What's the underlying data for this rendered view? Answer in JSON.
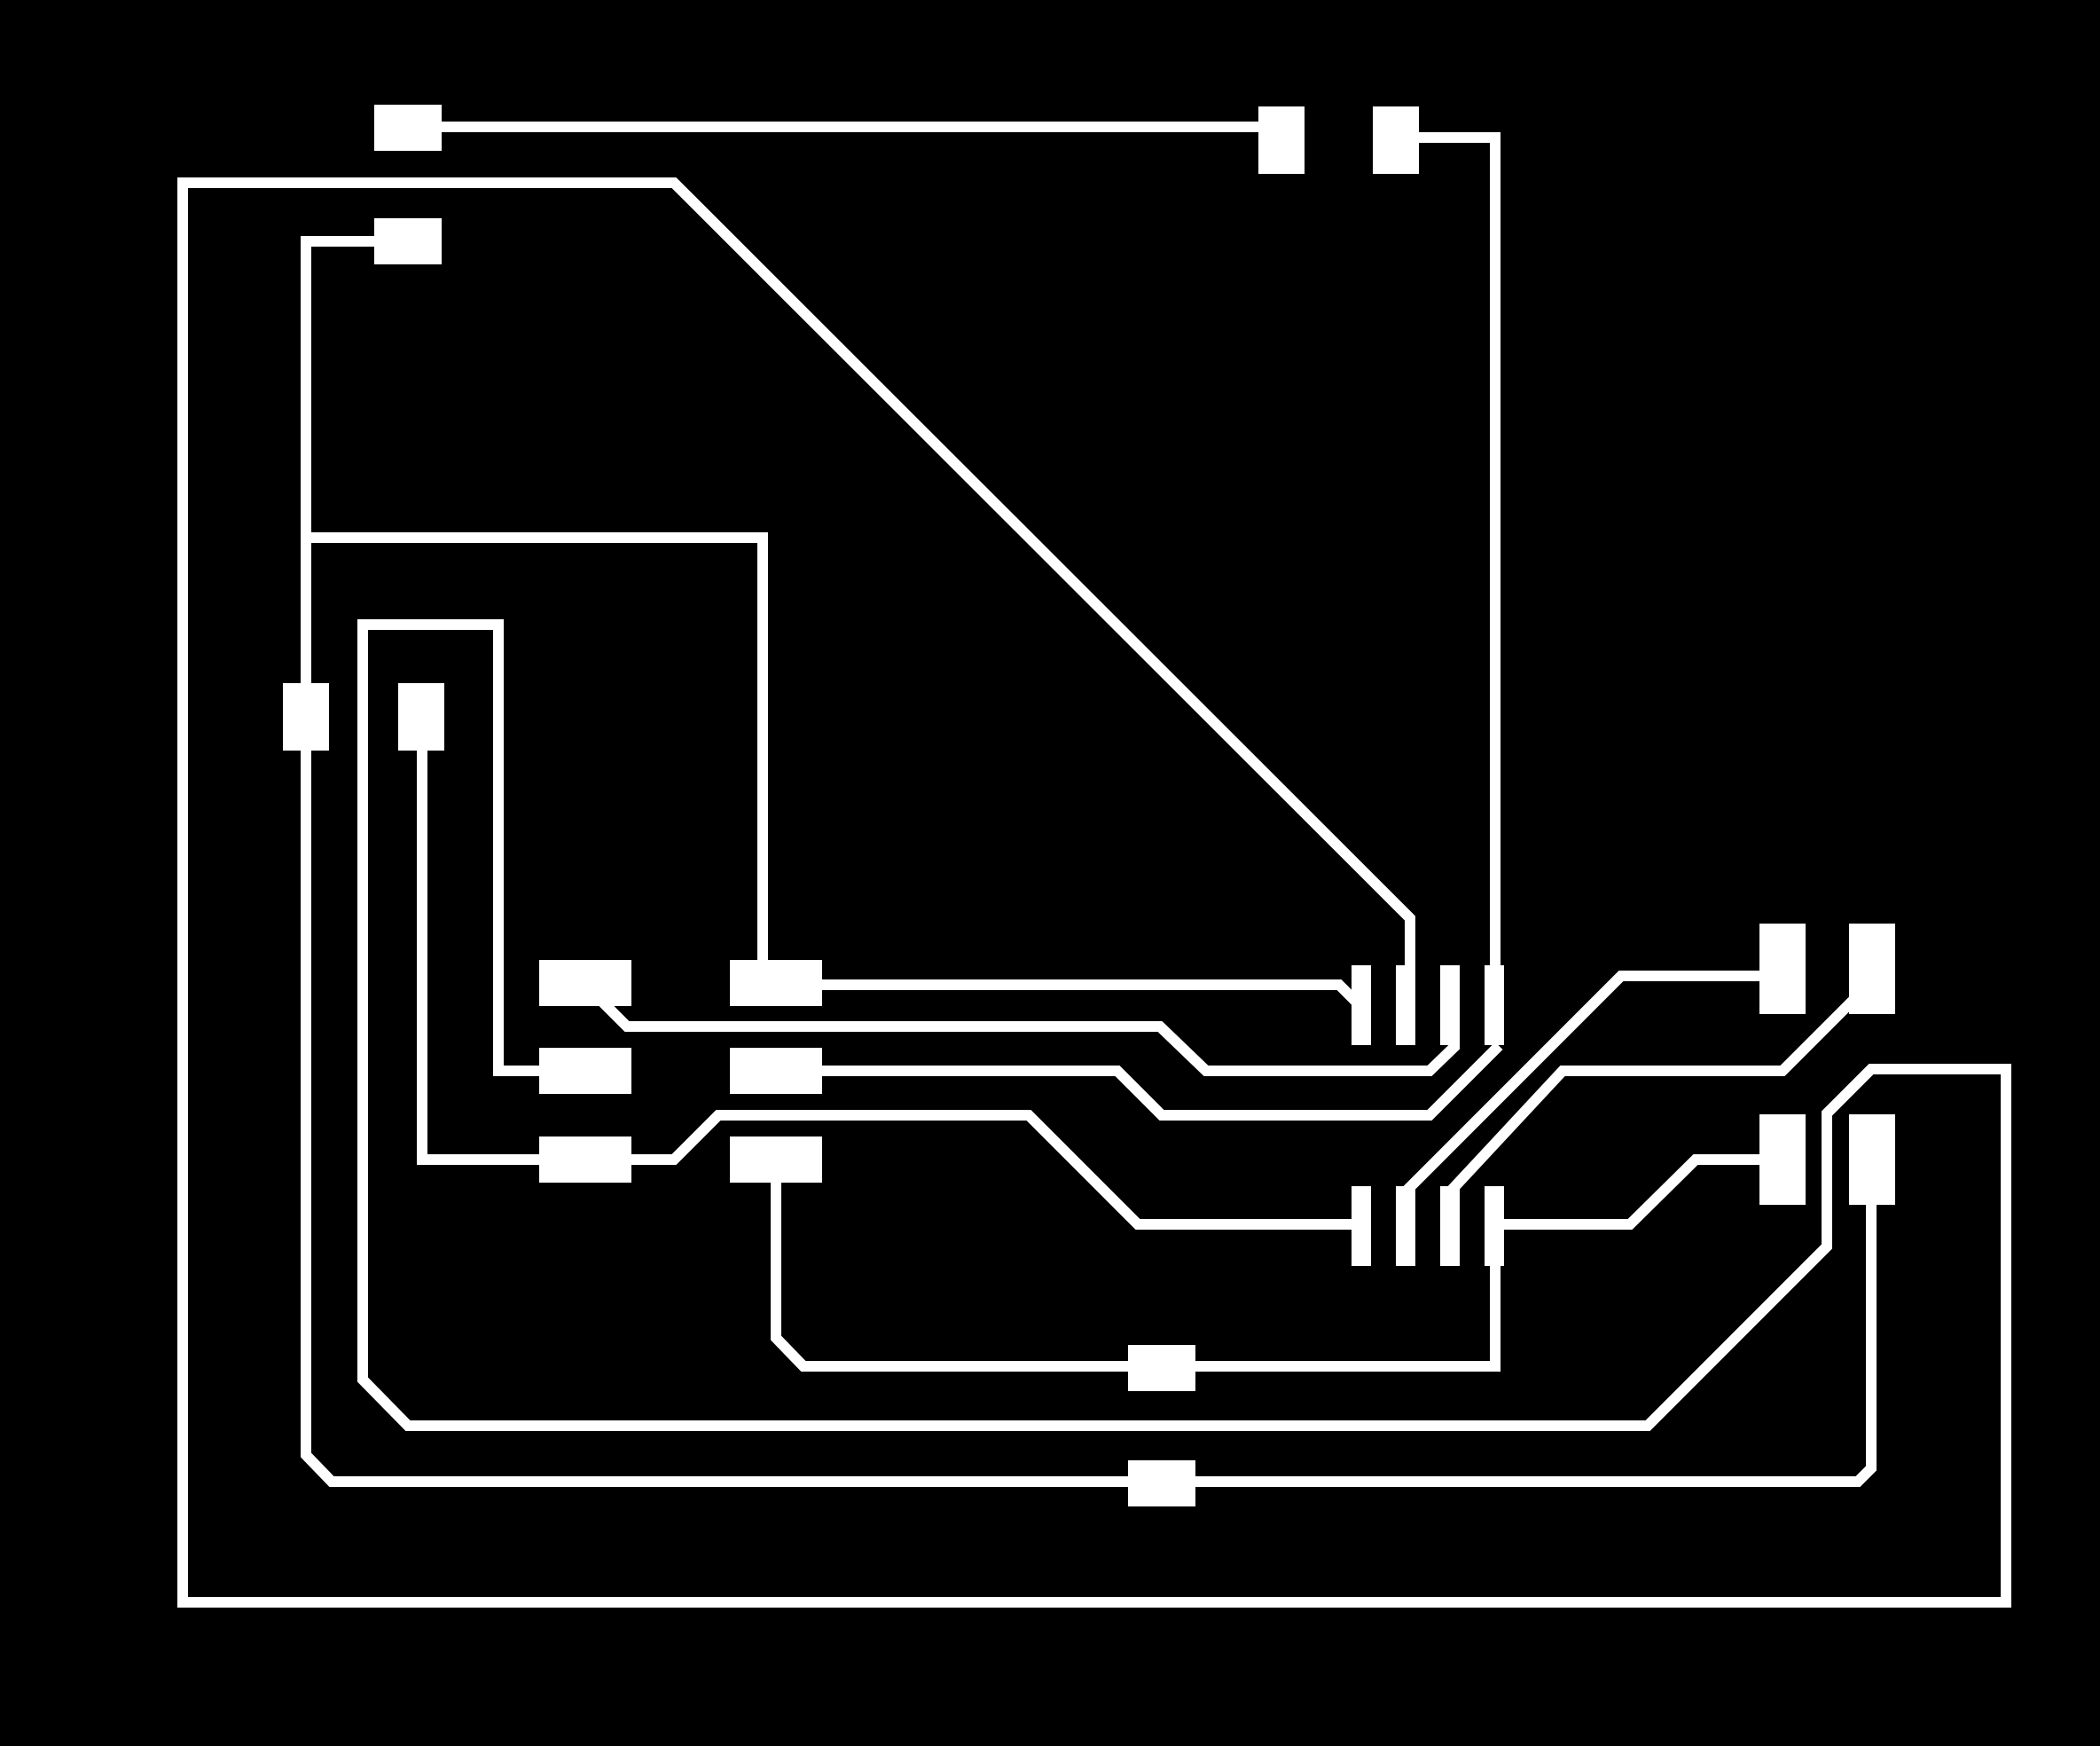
{
  "board": {
    "background": "#000000",
    "copper_color": "#ffffff"
  },
  "traces": [
    "trace-top-header",
    "trace-outer-loop",
    "trace-left-bus",
    "trace-cross-branch",
    "trace-inner-loop",
    "trace-resistor-column",
    "trace-diagonal-feed",
    "trace-right-vertical",
    "trace-upper-pin1",
    "trace-upper-pin4",
    "trace-lower-pin1",
    "trace-lower-pin4",
    "trace-bottom-resistor",
    "trace-mid-right",
    "trace-long-return",
    "trace-right-return"
  ],
  "pads": [
    "pad-header-left-top",
    "pad-header-left-second",
    "pad-header-right-a",
    "pad-header-right-b",
    "pad-left-column-a",
    "pad-left-column-b",
    "pad-smd-1",
    "pad-smd-2",
    "pad-smd-3",
    "pad-smd-4",
    "pad-smd-5",
    "pad-smd-6",
    "pad-right-connector-1",
    "pad-right-connector-2",
    "pad-right-connector-3",
    "pad-right-connector-4",
    "pad-bottom-resistor-1",
    "pad-bottom-resistor-2"
  ]
}
